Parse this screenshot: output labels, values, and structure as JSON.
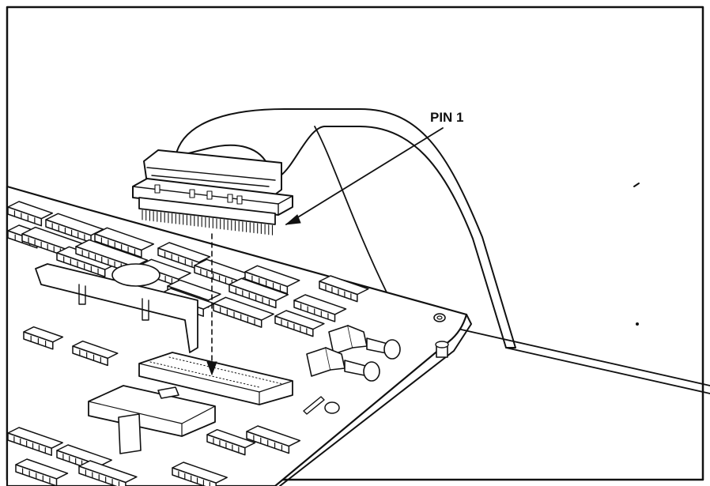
{
  "figure": {
    "callout_label": "PIN 1",
    "parts": [
      "frame",
      "ribbon-cable",
      "ribbon-connector",
      "circuit-board",
      "ic-chips",
      "target-socket",
      "insertion-arrow",
      "switches",
      "memory-chips"
    ]
  }
}
